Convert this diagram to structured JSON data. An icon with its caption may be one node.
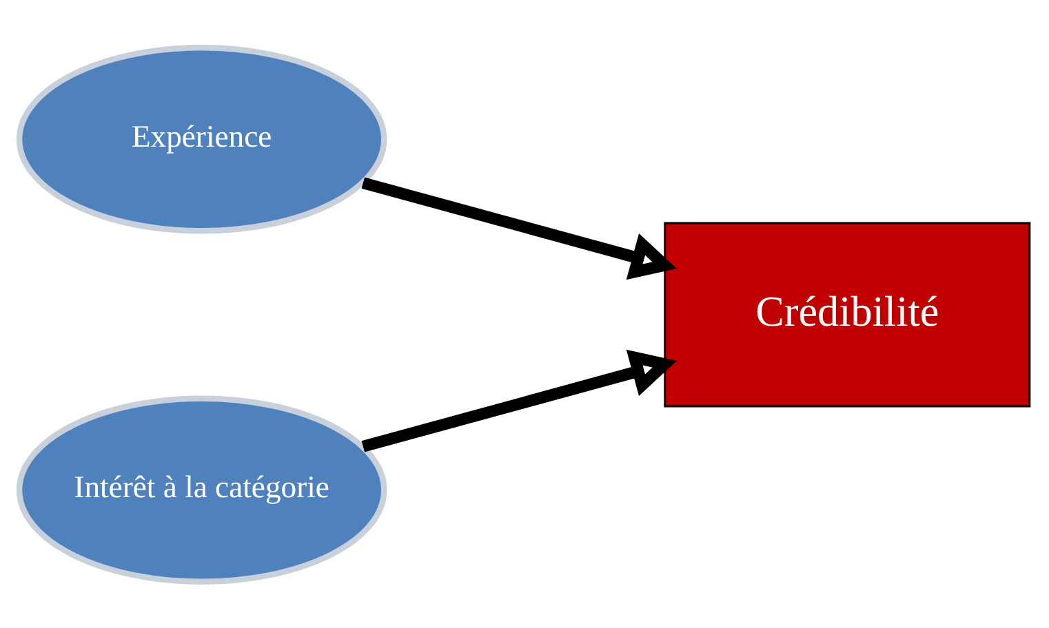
{
  "diagram": {
    "nodes": [
      {
        "text": [
          "Expérience"
        ]
      },
      {
        "text": [
          "Intérêt à la catégorie"
        ]
      },
      {
        "text": [
          "Crédibilité"
        ]
      }
    ],
    "edges": [
      {
        "from": 0,
        "to": 2,
        "arrow": "to"
      },
      {
        "from": 1,
        "to": 2,
        "arrow": "to"
      }
    ]
  }
}
